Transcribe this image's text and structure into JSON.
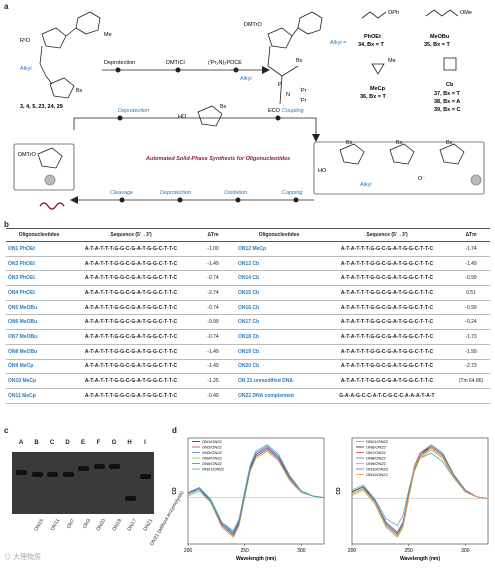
{
  "labels": {
    "a": "a",
    "b": "b",
    "c": "c",
    "d": "d"
  },
  "scheme": {
    "r_o": "R²O",
    "me": "Me",
    "alkyl_left": "Alkyl",
    "bx_left": "Bx",
    "compound_list_left": "3, 4, 5, 23, 24, 29",
    "step_deprotection": "Deprotection",
    "step_dmtrcl": "DMTrCl",
    "step_pocl": "(ⁱPr₂N)₂POCE",
    "dmtro_top": "DMTrO",
    "alkyl_mid": "Alkyl",
    "bx_mid": "Bx",
    "ipr1": "ⁱPr",
    "ipr2": "ⁱPr",
    "eco": "ECO",
    "n_atom": "N",
    "p_atom": "P",
    "alkyl_eq": "Alkyl =",
    "r1_name": "PhOEt",
    "r1_num": "34, Bx = T",
    "r1_sub": "OPh",
    "r2_name": "MeOBu",
    "r2_num": "35, Bx = T",
    "r2_sub": "OMe",
    "r3_name": "MeCp",
    "r3_num": "36, Bx = T",
    "r3_sub": "Me",
    "r4_name": "Cb",
    "r4_num1": "37, Bx = T",
    "r4_num2": "38, Bx = A",
    "r4_num3": "39, Bx = C",
    "cyc_deprotection": "Deprotection",
    "cyc_coupling": "Coupling",
    "cyc_title": "Automated Solid-Phase Synthesis for Oligonucleotides",
    "cyc_ho": "HO",
    "cyc_bx": "Bx",
    "cyc_dmtro": "DMTrO",
    "cyc_cleavage": "Cleavage",
    "cyc_deprotection2": "Deprotection",
    "cyc_oxidation": "Oxidation",
    "cyc_capping": "Capping",
    "prod_bx1": "Bx",
    "prod_bx2": "Bx",
    "prod_bx3": "Bx",
    "prod_ho": "HO",
    "prod_alkyl": "Alkyl",
    "prod_o_minus": "O⁻"
  },
  "table": {
    "headers": [
      "Oligonucleotides",
      "Sequence (5'→3')",
      "ΔTm",
      "Oligonucleotides",
      "Sequence (5'→3')",
      "ΔTm"
    ],
    "rows": [
      {
        "n1": "ON1 PhOEt",
        "s1": "A-T-A-T-T-T-G-G-C-G-A-T-G-G-C-T-T-C",
        "t1": "-1.00",
        "n2": "ON12 MeCp",
        "s2": "A-T-A-T-T-T-G-G-C-G-A-T-G-G-C-T-T-C",
        "t2": "-1.74"
      },
      {
        "n1": "ON2 PhOEt",
        "s1": "A-T-A-T-T-T-G-G-C-G-A-T-G-G-C-T-T-C",
        "t1": "-1.49",
        "n2": "ON13 Cb",
        "s2": "A-T-A-T-T-T-G-G-C-G-A-T-G-G-C-T-T-C",
        "t2": "-1.49"
      },
      {
        "n1": "ON3 PhOEt",
        "s1": "A-T-A-T-T-T-G-G-C-G-A-T-G-G-C-T-T-C",
        "t1": "-0.74",
        "n2": "ON14 Cb",
        "s2": "A-T-A-T-T-T-G-G-C-G-A-T-G-G-C-T-T-C",
        "t2": "-0.99"
      },
      {
        "n1": "ON4 PhOEt",
        "s1": "A-T-A-T-T-T-G-G-C-G-A-T-G-G-C-T-T-C",
        "t1": "-2.74",
        "n2": "ON15 Cb",
        "s2": "A-T-A-T-T-T-G-G-C-G-A-T-G-G-C-T-T-C",
        "t2": "0.51"
      },
      {
        "n1": "ON5 MeOBu",
        "s1": "A-T-A-T-T-T-G-G-C-G-A-T-G-G-C-T-T-C",
        "t1": "-0.74",
        "n2": "ON16 Cb",
        "s2": "A-T-A-T-T-T-G-G-C-G-A-T-G-G-C-T-T-C",
        "t2": "-0.99"
      },
      {
        "n1": "ON6 MeOBu",
        "s1": "A-T-A-T-T-T-G-G-C-G-A-T-G-G-C-T-T-C",
        "t1": "-0.99",
        "n2": "ON17 Cb",
        "s2": "A-T-A-T-T-T-G-G-C-G-A-T-G-G-C-T-T-C",
        "t2": "-0.24"
      },
      {
        "n1": "ON7 MeOBu",
        "s1": "A-T-A-T-T-T-G-G-C-G-A-T-G-G-C-T-T-C",
        "t1": "-0.74",
        "n2": "ON18 Cb",
        "s2": "A-T-A-T-T-T-G-G-C-G-A-T-G-G-C-T-T-C",
        "t2": "-1.73"
      },
      {
        "n1": "ON8 MeOBu",
        "s1": "A-T-A-T-T-T-G-G-C-G-A-T-G-G-C-T-T-C",
        "t1": "-1.49",
        "n2": "ON19 Cb",
        "s2": "A-T-A-T-T-T-G-G-C-G-A-T-G-G-C-T-T-C",
        "t2": "-1.99"
      },
      {
        "n1": "ON9 MeCp",
        "s1": "A-T-A-T-T-T-G-G-C-G-A-T-G-G-C-T-T-C",
        "t1": "-1.49",
        "n2": "ON20 Cb",
        "s2": "A-T-A-T-T-T-G-G-C-G-A-T-G-G-C-T-T-C",
        "t2": "-2.73"
      },
      {
        "n1": "ON10 MeCp",
        "s1": "A-T-A-T-T-T-G-G-C-G-A-T-G-G-C-T-T-C",
        "t1": "-1.25",
        "n2": "ON 21 unmodified DNA",
        "s2": "A-T-A-T-T-T-G-G-C-G-A-T-G-G-C-T-T-C",
        "t2": "(Tm 64.86)"
      },
      {
        "n1": "ON11 MeCp",
        "s1": "A-T-A-T-T-T-G-G-C-G-A-T-G-G-C-T-T-C",
        "t1": "-0.49",
        "n2": "ON22 DNA complement",
        "s2": "G-A-A-G-C-C-A-T-C-G-C-C-A-A-A-T-A-T",
        "t2": ""
      }
    ]
  },
  "gel": {
    "letters": [
      "A",
      "B",
      "C",
      "D",
      "E",
      "F",
      "G",
      "H",
      "I"
    ],
    "names": [
      "ON15",
      "ON11",
      "ON7",
      "ON3",
      "ON20",
      "ON19",
      "ON17",
      "ON21",
      "ON21 (without enzymolysis)"
    ]
  },
  "chart_data": [
    {
      "type": "line",
      "xlabel": "Wavelength (nm)",
      "ylabel": "CD",
      "xlim": [
        200,
        320
      ],
      "xticks": [
        200,
        250,
        300
      ],
      "series": [
        {
          "name": "ON1/ON22",
          "color": "#222222",
          "x": [
            200,
            210,
            220,
            230,
            240,
            245,
            250,
            255,
            260,
            270,
            280,
            290,
            300,
            310,
            320
          ],
          "y": [
            0.3,
            0.6,
            -0.2,
            -1.6,
            -2.2,
            -1.5,
            0.2,
            1.8,
            2.6,
            3.0,
            2.4,
            1.2,
            0.4,
            0.1,
            0.0
          ]
        },
        {
          "name": "ON2/ON22",
          "color": "#c0504d",
          "x": [
            200,
            210,
            220,
            230,
            240,
            245,
            250,
            255,
            260,
            270,
            280,
            290,
            300,
            310,
            320
          ],
          "y": [
            0.2,
            0.5,
            -0.3,
            -1.7,
            -2.3,
            -1.6,
            0.1,
            1.7,
            2.5,
            2.9,
            2.3,
            1.1,
            0.3,
            0.1,
            0.0
          ]
        },
        {
          "name": "ON3/ON22",
          "color": "#4f81bd",
          "x": [
            200,
            210,
            220,
            230,
            240,
            245,
            250,
            255,
            260,
            270,
            280,
            290,
            300,
            310,
            320
          ],
          "y": [
            0.3,
            0.6,
            -0.1,
            -1.5,
            -2.1,
            -1.4,
            0.3,
            1.9,
            2.7,
            3.1,
            2.5,
            1.3,
            0.4,
            0.1,
            0.0
          ]
        },
        {
          "name": "ON4/ON22",
          "color": "#9bbb59",
          "x": [
            200,
            210,
            220,
            230,
            240,
            245,
            250,
            255,
            260,
            270,
            280,
            290,
            300,
            310,
            320
          ],
          "y": [
            0.1,
            0.4,
            -0.3,
            -1.8,
            -2.4,
            -1.7,
            0.0,
            1.6,
            2.4,
            2.8,
            2.2,
            1.0,
            0.3,
            0.1,
            0.0
          ]
        },
        {
          "name": "ON5/ON22",
          "color": "#8064a2",
          "x": [
            200,
            210,
            220,
            230,
            240,
            245,
            250,
            255,
            260,
            270,
            280,
            290,
            300,
            310,
            320
          ],
          "y": [
            0.3,
            0.5,
            -0.2,
            -1.6,
            -2.2,
            -1.5,
            0.2,
            1.8,
            2.6,
            3.0,
            2.4,
            1.2,
            0.4,
            0.1,
            0.0
          ]
        },
        {
          "name": "ON21/ON22",
          "color": "#4bacc6",
          "x": [
            200,
            210,
            220,
            230,
            240,
            245,
            250,
            255,
            260,
            270,
            280,
            290,
            300,
            310,
            320
          ],
          "y": [
            0.2,
            0.5,
            -0.2,
            -1.5,
            -2.0,
            -1.3,
            0.4,
            2.0,
            2.8,
            3.2,
            2.6,
            1.3,
            0.4,
            0.1,
            0.0
          ]
        }
      ]
    },
    {
      "type": "line",
      "xlabel": "Wavelength (nm)",
      "ylabel": "CD",
      "xlim": [
        200,
        320
      ],
      "xticks": [
        200,
        250,
        300
      ],
      "series": [
        {
          "name": "ON21/ON22",
          "color": "#4bacc6",
          "x": [
            200,
            210,
            220,
            230,
            240,
            245,
            250,
            255,
            260,
            270,
            280,
            290,
            300,
            310,
            320
          ],
          "y": [
            0.5,
            0.8,
            0.0,
            -1.2,
            -1.6,
            -1.0,
            0.5,
            1.8,
            2.4,
            2.7,
            2.2,
            1.2,
            0.4,
            0.1,
            0.0
          ]
        },
        {
          "name": "ON6/ON22",
          "color": "#222222",
          "x": [
            200,
            210,
            220,
            230,
            240,
            245,
            250,
            255,
            260,
            270,
            280,
            290,
            300,
            310,
            320
          ],
          "y": [
            0.4,
            0.7,
            -0.1,
            -1.5,
            -2.1,
            -1.5,
            0.2,
            1.8,
            2.6,
            3.1,
            2.6,
            1.4,
            0.5,
            0.1,
            0.0
          ]
        },
        {
          "name": "ON7/ON22",
          "color": "#c0504d",
          "x": [
            200,
            210,
            220,
            230,
            240,
            245,
            250,
            255,
            260,
            270,
            280,
            290,
            300,
            310,
            320
          ],
          "y": [
            0.3,
            0.6,
            -0.2,
            -1.6,
            -2.2,
            -1.6,
            0.1,
            1.7,
            2.5,
            3.0,
            2.5,
            1.3,
            0.4,
            0.1,
            0.0
          ]
        },
        {
          "name": "ON8/ON22",
          "color": "#4f81bd",
          "x": [
            200,
            210,
            220,
            230,
            240,
            245,
            250,
            255,
            260,
            270,
            280,
            290,
            300,
            310,
            320
          ],
          "y": [
            0.3,
            0.6,
            -0.2,
            -1.5,
            -2.1,
            -1.5,
            0.2,
            1.9,
            2.7,
            3.2,
            2.7,
            1.4,
            0.5,
            0.1,
            0.0
          ]
        },
        {
          "name": "ON9/ON22",
          "color": "#9bbb59",
          "x": [
            200,
            210,
            220,
            230,
            240,
            245,
            250,
            255,
            260,
            270,
            280,
            290,
            300,
            310,
            320
          ],
          "y": [
            0.2,
            0.5,
            -0.3,
            -1.7,
            -2.3,
            -1.7,
            0.0,
            1.6,
            2.4,
            2.9,
            2.4,
            1.2,
            0.4,
            0.1,
            0.0
          ]
        },
        {
          "name": "ON10/ON22",
          "color": "#8064a2",
          "x": [
            200,
            210,
            220,
            230,
            240,
            245,
            250,
            255,
            260,
            270,
            280,
            290,
            300,
            310,
            320
          ],
          "y": [
            0.3,
            0.6,
            -0.1,
            -1.4,
            -2.0,
            -1.4,
            0.3,
            1.9,
            2.7,
            3.1,
            2.6,
            1.3,
            0.4,
            0.1,
            0.0
          ]
        },
        {
          "name": "ON11/ON22",
          "color": "#f79646",
          "x": [
            200,
            210,
            220,
            230,
            240,
            245,
            250,
            255,
            260,
            270,
            280,
            290,
            300,
            310,
            320
          ],
          "y": [
            0.3,
            0.6,
            -0.2,
            -1.6,
            -2.2,
            -1.6,
            0.1,
            1.8,
            2.6,
            3.0,
            2.5,
            1.3,
            0.4,
            0.1,
            0.0
          ]
        }
      ]
    }
  ],
  "watermark": "⊙ 大理物质"
}
